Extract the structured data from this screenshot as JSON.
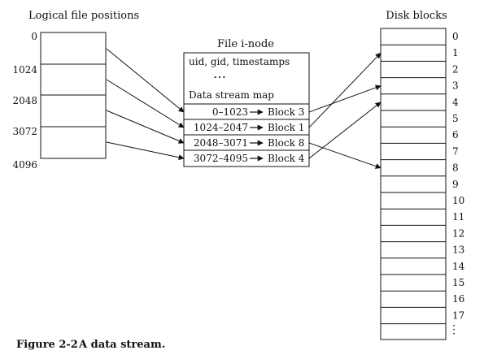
{
  "logical": {
    "heading": "Logical file positions",
    "offsets": [
      "0",
      "1024",
      "2048",
      "3072",
      "4096"
    ]
  },
  "inode": {
    "heading": "File i-node",
    "attrs": "uid, gid, timestamps",
    "ellipsis": "…",
    "map_heading": "Data stream map",
    "rows": [
      {
        "range": "0–1023",
        "block": "Block 3",
        "target": 3
      },
      {
        "range": "1024–2047",
        "block": "Block 1",
        "target": 1
      },
      {
        "range": "2048–3071",
        "block": "Block 8",
        "target": 8
      },
      {
        "range": "3072–4095",
        "block": "Block 4",
        "target": 4
      }
    ]
  },
  "disk": {
    "heading": "Disk blocks",
    "numbers": [
      "0",
      "1",
      "2",
      "3",
      "4",
      "5",
      "6",
      "7",
      "8",
      "9",
      "10",
      "11",
      "12",
      "13",
      "14",
      "15",
      "16",
      "17"
    ],
    "continuation": "⋮"
  },
  "caption": {
    "label": "Figure 2-2",
    "text": "A data stream."
  }
}
